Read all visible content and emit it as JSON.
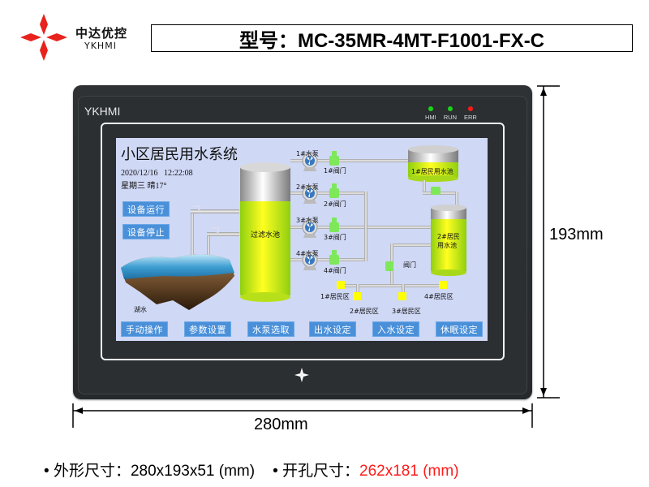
{
  "header": {
    "brand_cn": "中达优控",
    "brand_en": "YKHMI",
    "model_label": "型号：MC-35MR-4MT-F1001-FX-C",
    "logo_color": "#e8221c"
  },
  "device": {
    "brand": "YKHMI",
    "leds": [
      {
        "label": "HMI",
        "color": "#19d419"
      },
      {
        "label": "RUN",
        "color": "#19d419"
      },
      {
        "label": "ERR",
        "color": "#ff1a1a"
      }
    ]
  },
  "screen": {
    "title": "小区居民用水系统",
    "date": "2020/12/16   12:22:08",
    "weekday_weather": "星期三 晴17°",
    "side_buttons": [
      {
        "label": "设备运行"
      },
      {
        "label": "设备停止"
      }
    ],
    "bottom_buttons": [
      {
        "label": "手动操作"
      },
      {
        "label": "参数设置"
      },
      {
        "label": "水泵选取"
      },
      {
        "label": "出水设定"
      },
      {
        "label": "入水设定"
      },
      {
        "label": "休眠设定"
      }
    ],
    "lake_label": "湖水",
    "filter_tank_label": "过滤水池",
    "pumps": [
      "1#水泵",
      "2#水泵",
      "3#水泵",
      "4#水泵"
    ],
    "valves": [
      "1#阀门",
      "2#阀门",
      "3#阀门",
      "4#阀门"
    ],
    "tank1_label": "1#居民用水池",
    "tank2_label_line1": "2#居民",
    "tank2_label_line2": "用水池",
    "main_valve_label": "阀门",
    "districts": [
      "1#居民区",
      "2#居民区",
      "3#居民区",
      "4#居民区"
    ],
    "colors": {
      "background": "#cfd8f5",
      "button": "#4a90d9",
      "liquid": "#c8ef1a",
      "district": "#ffff00",
      "valve": "#7ee85a"
    }
  },
  "dimensions": {
    "height": "193mm",
    "width": "280mm"
  },
  "specs": {
    "outer_label": "外形尺寸：",
    "outer_value": "280x193x51 (mm)",
    "cutout_label": "开孔尺寸：",
    "cutout_value": "262x181 (mm)",
    "cutout_color": "#ff1a1a"
  }
}
